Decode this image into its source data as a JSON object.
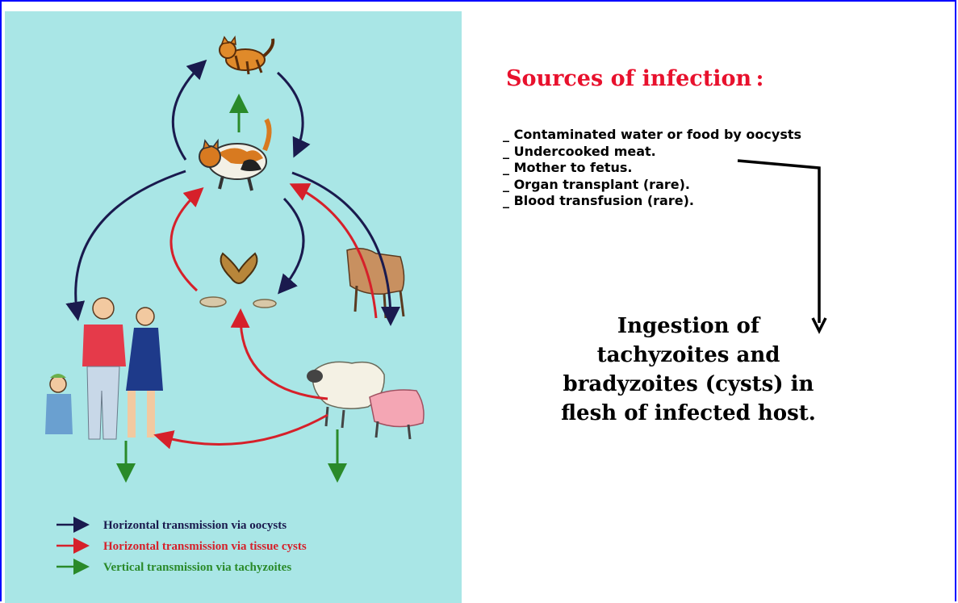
{
  "diagram": {
    "legend": [
      {
        "text": "Horizontal transmission via oocysts",
        "color": "#1a1a4e"
      },
      {
        "text": "Horizontal transmission via tissue cysts",
        "color": "#d6202a"
      },
      {
        "text": "Vertical transmission via tachyzoites",
        "color": "#2a8a2a"
      }
    ],
    "background": "#a9e6e6",
    "nodes": [
      "kitten-icon",
      "cat-icon",
      "mouse-bird-icon",
      "human-family-icon",
      "livestock-icon"
    ]
  },
  "heading": "Sources of infection :",
  "sources": [
    "_ Contaminated water or food by oocysts",
    "_ Undercooked meat.",
    "_ Mother to fetus.",
    "_ Organ transplant (rare).",
    "_ Blood transfusion (rare)."
  ],
  "ingestion": {
    "line1": "Ingestion of",
    "line2": "tachyzoites and",
    "line3": "bradyzoites (cysts) in",
    "line4": "flesh of infected host."
  },
  "colors": {
    "heading": "#e8112d",
    "frame": "#0000ff",
    "oocyst_arrow": "#1a1a4e",
    "tissue_arrow": "#d6202a",
    "vertical_arrow": "#2a8a2a"
  }
}
